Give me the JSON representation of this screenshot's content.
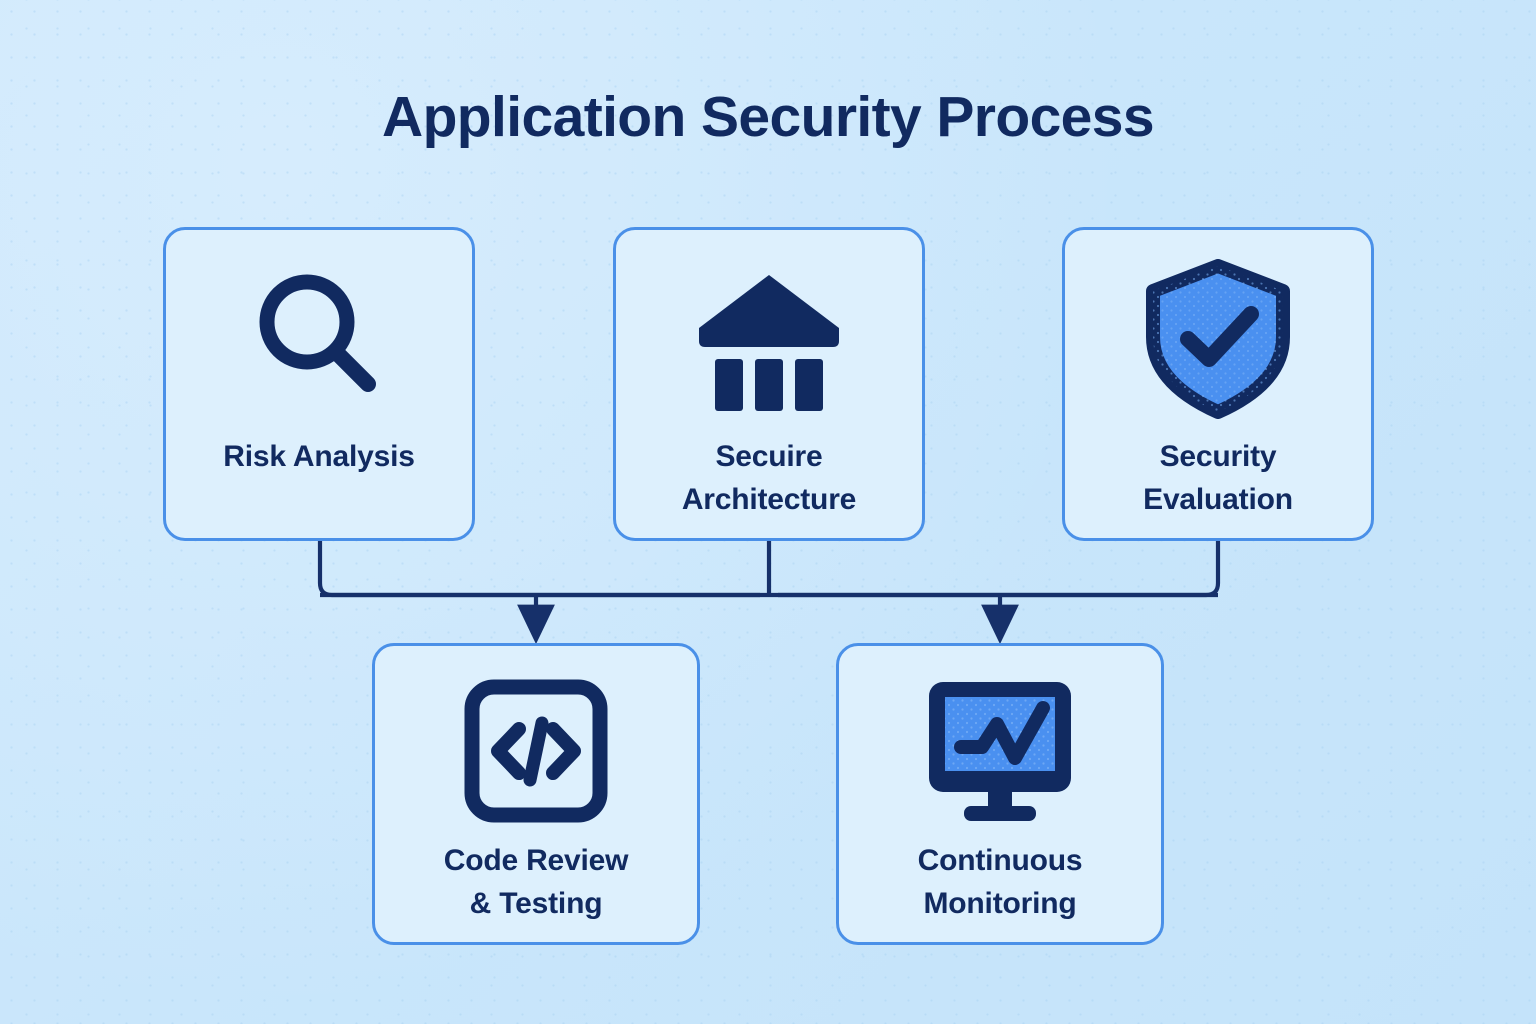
{
  "page": {
    "title": "Application Security Process",
    "background_color": "#cbe7fb",
    "card_fill": "#ddf0fd",
    "card_border": "#4a90e8",
    "ink": "#112a60",
    "accent": "#4a90f0"
  },
  "process": {
    "top_row": [
      {
        "id": "risk-analysis",
        "label": "Risk Analysis",
        "icon": "magnifier-icon"
      },
      {
        "id": "secure-architecture",
        "label": "Secuire\nArchitecture",
        "icon": "bank-icon"
      },
      {
        "id": "security-evaluation",
        "label": "Security\nEvaluation",
        "icon": "shield-check-icon"
      }
    ],
    "bottom_row": [
      {
        "id": "code-review",
        "label": "Code Review\n& Testing",
        "icon": "code-brackets-icon"
      },
      {
        "id": "continuous-monitoring",
        "label": "Continuous\nMonitoring",
        "icon": "monitor-chart-icon"
      }
    ],
    "connector_description": "Three top stages merge into a horizontal bus that branches into two arrows feeding the two bottom stages."
  },
  "labels": {
    "risk_analysis": "Risk Analysis",
    "secure_architecture_line1": "Secuire",
    "secure_architecture_line2": "Architecture",
    "security_evaluation_line1": "Security",
    "security_evaluation_line2": "Evaluation",
    "code_review_line1": "Code Review",
    "code_review_line2": "& Testing",
    "continuous_monitoring_line1": "Continuous",
    "continuous_monitoring_line2": "Monitoring"
  }
}
